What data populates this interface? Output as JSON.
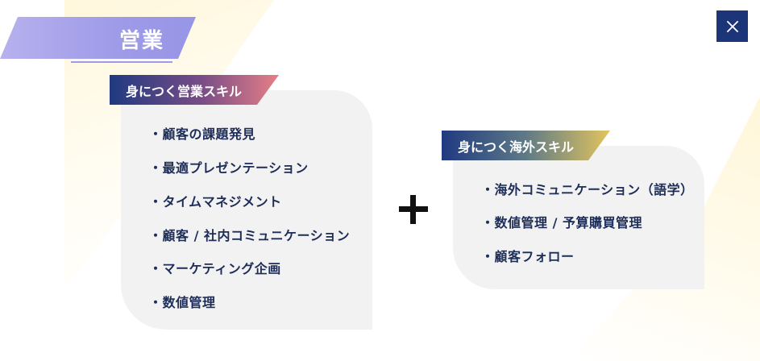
{
  "title": "営業",
  "close_icon": "close-icon",
  "colors": {
    "navy": "#1c3578",
    "banner_lavender": "#9e9be8",
    "card_gray": "#f2f2f3",
    "tab_pink": "#e67f86",
    "tab_gold": "#e2c45e"
  },
  "left_card": {
    "label": "身につく営業スキル",
    "items": [
      "・顧客の課題発見",
      "・最適プレゼンテーション",
      "・タイムマネジメント",
      "・顧客 / 社内コミュニケーション",
      "・マーケティング企画",
      "・数値管理"
    ]
  },
  "connector_icon": "plus-icon",
  "right_card": {
    "label": "身につく海外スキル",
    "items": [
      "・海外コミュニケーション（語学）",
      "・数値管理 / 予算購買管理",
      "・顧客フォロー"
    ]
  }
}
